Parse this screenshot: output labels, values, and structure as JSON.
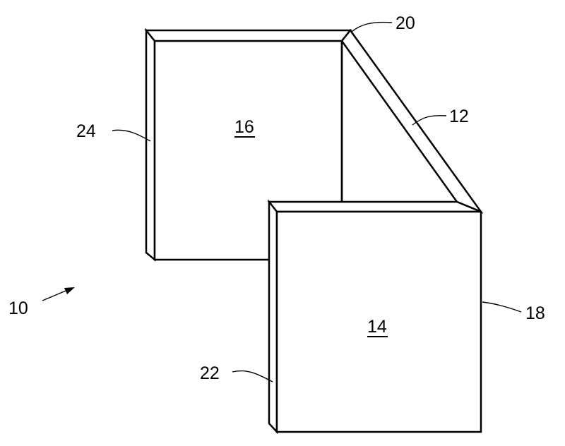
{
  "figure": {
    "colors": {
      "stroke": "#000000",
      "background": "#ffffff"
    },
    "labels": {
      "device": "10",
      "bend_panel": "12",
      "front_panel": "14",
      "back_panel": "16",
      "front_right_edge": "18",
      "top_corner": "20",
      "front_left_edge": "22",
      "back_left_edge": "24"
    }
  }
}
